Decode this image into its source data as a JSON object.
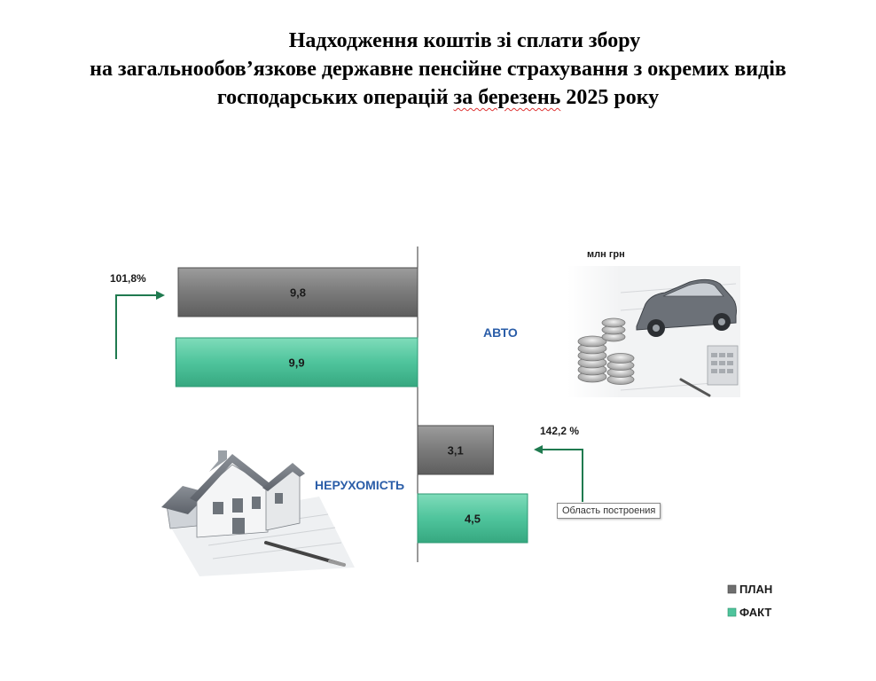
{
  "title": {
    "line1": "Надходження коштів зі сплати збору",
    "line2": "на загальнообов’язкове державне пенсійне страхування з окремих видів",
    "line3_pre": "господарських операцій ",
    "line3_mark": "за березень",
    "line3_post": " 2025 року"
  },
  "unit": "млн грн",
  "tooltip": "Область построения",
  "colors": {
    "plan": "#7a7a7a",
    "fact": "#4fc49c",
    "category": "#2a5da8",
    "arrow": "#1f7a4f"
  },
  "icons": {
    "auto": "car-and-coins-icon",
    "realty": "house-icon"
  },
  "chart_data": {
    "type": "bar",
    "orientation": "horizontal",
    "categories": [
      "АВТО",
      "НЕРУХОМІСТЬ"
    ],
    "series": [
      {
        "name": "ПЛАН",
        "values": [
          9.8,
          3.1
        ],
        "labels": [
          "9,8",
          "3,1"
        ]
      },
      {
        "name": "ФАКТ",
        "values": [
          9.9,
          4.5
        ],
        "labels": [
          "9,9",
          "4,5"
        ]
      }
    ],
    "percent_labels": [
      "101,8%",
      "142,2 %"
    ],
    "legend": {
      "position": "bottom-right",
      "items": [
        "ПЛАН",
        "ФАКТ"
      ]
    }
  }
}
